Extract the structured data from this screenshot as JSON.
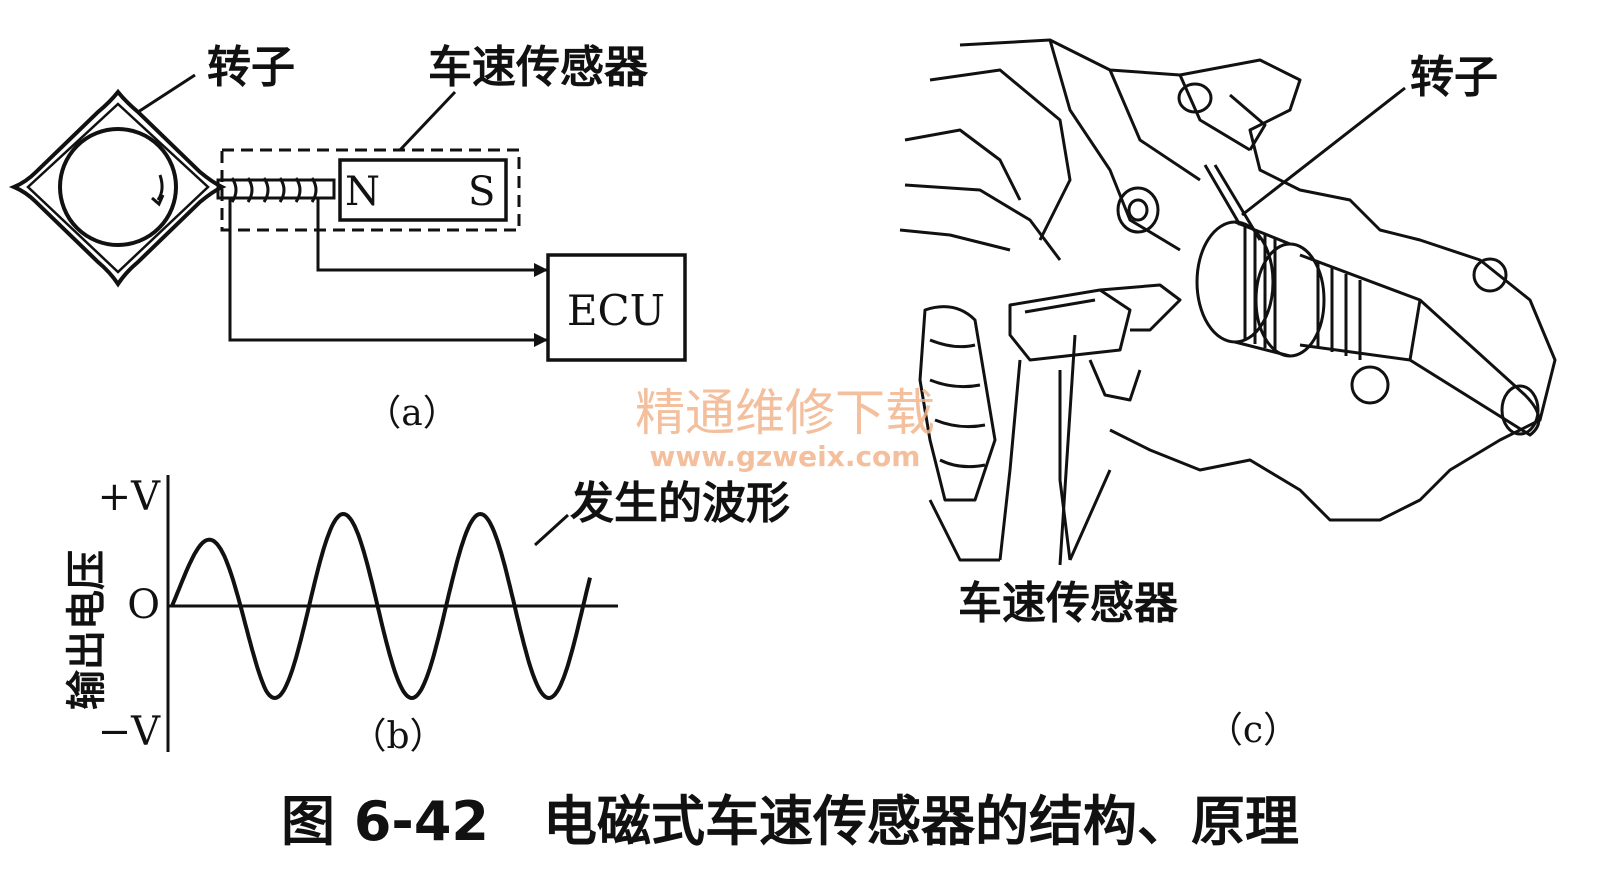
{
  "panel_a": {
    "rotor_label": "转子",
    "sensor_label": "车速传感器",
    "magnet_n": "N",
    "magnet_s": "S",
    "ecu_label": "ECU",
    "caption": "（a）"
  },
  "panel_b": {
    "y_axis_label": "输出电压",
    "y_top": "+V",
    "y_zero": "O",
    "y_bottom": "−V",
    "wave_label": "发生的波形",
    "caption": "（b）"
  },
  "panel_c": {
    "rotor_label": "转子",
    "sensor_label": "车速传感器",
    "caption": "（c）"
  },
  "watermark": {
    "title": "精通维修下载",
    "url": "www.gzweix.com"
  },
  "figure_caption": "图 6-42　电磁式车速传感器的结构、原理",
  "colors": {
    "ink": "#111111",
    "watermark": "#f2b48c"
  }
}
